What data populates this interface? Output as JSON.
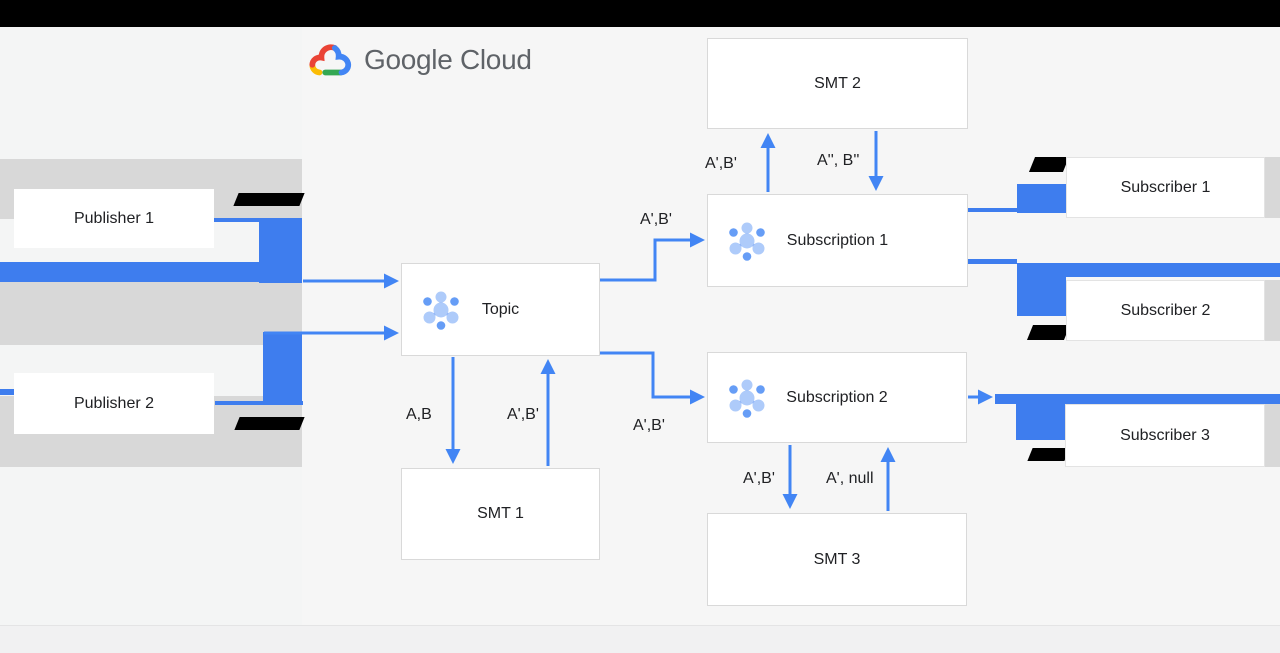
{
  "brand": {
    "name": "Google Cloud",
    "logo_icon": "google-cloud-logo"
  },
  "nodes": {
    "publisher1": {
      "label": "Publisher 1"
    },
    "publisher2": {
      "label": "Publisher 2"
    },
    "topic": {
      "label": "Topic",
      "icon": "pubsub-icon"
    },
    "smt1": {
      "label": "SMT 1"
    },
    "smt2": {
      "label": "SMT 2"
    },
    "smt3": {
      "label": "SMT 3"
    },
    "subscription1": {
      "label": "Subscription 1",
      "icon": "pubsub-icon"
    },
    "subscription2": {
      "label": "Subscription 2",
      "icon": "pubsub-icon"
    },
    "subscriber1": {
      "label": "Subscriber 1"
    },
    "subscriber2": {
      "label": "Subscriber 2"
    },
    "subscriber3": {
      "label": "Subscriber 3"
    }
  },
  "edges": {
    "topic_to_smt1": {
      "label": "A,B"
    },
    "smt1_to_topic": {
      "label": "A',B'"
    },
    "topic_to_subscription1": {
      "label": "A',B'"
    },
    "topic_to_subscription2": {
      "label": "A',B'"
    },
    "subscription1_to_smt2": {
      "label": "A',B'"
    },
    "smt2_to_subscription1": {
      "label": "A'', B''"
    },
    "subscription2_to_smt3": {
      "label": "A',B'"
    },
    "smt3_to_subscription2": {
      "label": "A', null"
    }
  },
  "colors": {
    "arrow_blue": "#4285f4",
    "glitch_blue": "#3e7dee",
    "band_gray": "#d8d8d8",
    "letterbox_black": "#000000",
    "pubsub_light_blue": "#aecbfa",
    "pubsub_dark_blue": "#669df6",
    "brand_text_gray": "#5f6368",
    "logo_red": "#ea4335",
    "logo_yellow": "#fbbc04",
    "logo_green": "#34a853",
    "logo_blue": "#4285f4"
  }
}
